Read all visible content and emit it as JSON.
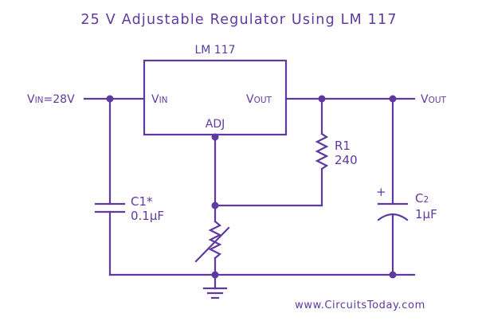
{
  "title": "25 V Adjustable Regulator Using LM 117",
  "ic": {
    "name": "LM 117",
    "pin_in_main": "V",
    "pin_in_sub": "IN",
    "pin_out_main": "V",
    "pin_out_sub": "OUT",
    "pin_adj": "ADJ"
  },
  "input": {
    "main": "V",
    "sub": "IN",
    "rest": "=28V"
  },
  "output": {
    "main": "V",
    "sub": "OUT"
  },
  "r1": {
    "name": "R1",
    "value": "240"
  },
  "c1": {
    "name": "C1*",
    "value": "0.1μF"
  },
  "c2": {
    "name_main": "C",
    "name_sub": "2",
    "value": "1μF",
    "polarity": "+"
  },
  "footer": "www.CircuitsToday.com",
  "colors": {
    "wire": "#5e3aa0",
    "text": "#5e3aa0",
    "background": "#ffffff"
  }
}
